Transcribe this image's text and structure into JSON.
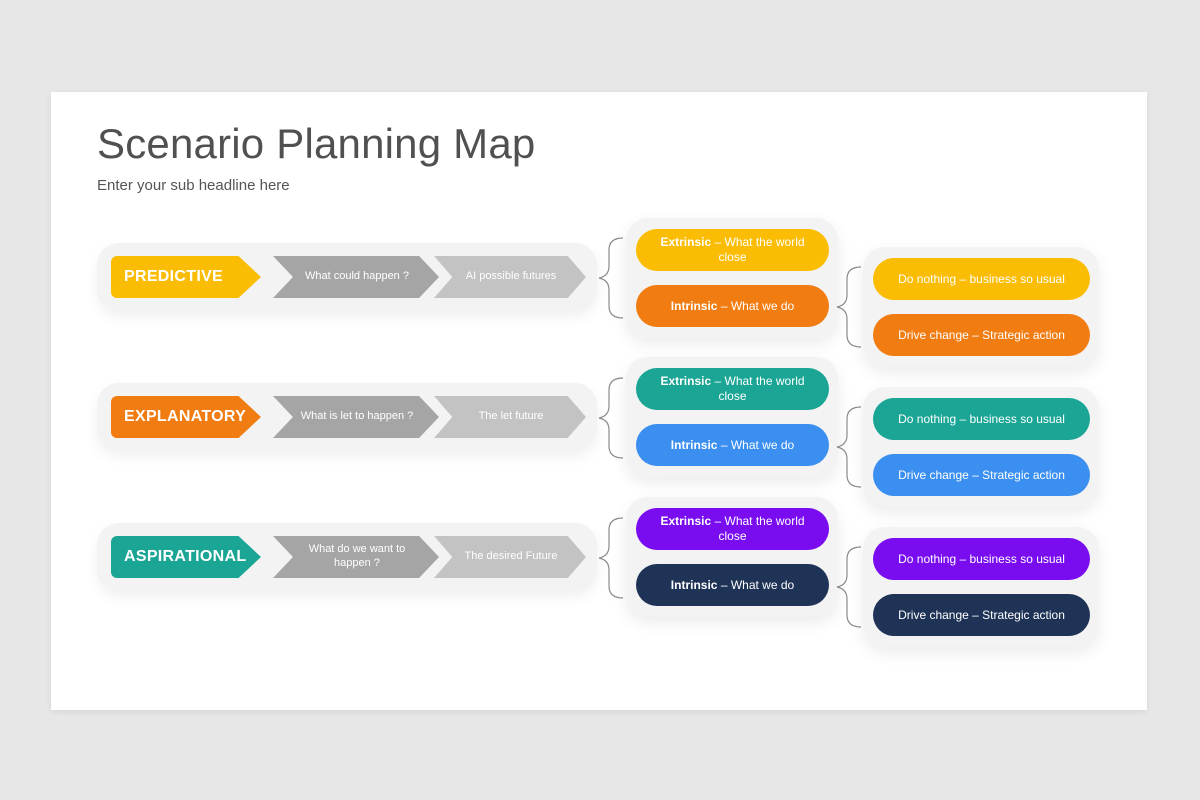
{
  "header": {
    "title": "Scenario Planning Map",
    "subtitle": "Enter your sub headline here"
  },
  "rows": [
    {
      "label": "PREDICTIVE",
      "color": "#fbbc04",
      "steps": [
        "What could happen ?",
        "AI possible futures"
      ],
      "middle": [
        {
          "bold": "Extrinsic",
          "text": " – What the world close",
          "color": "#fbbc04"
        },
        {
          "bold": "Intrinsic",
          "text": " – What we do",
          "color": "#f17c11"
        }
      ],
      "right": [
        {
          "text": "Do nothing – business so usual",
          "color": "#fbbc04"
        },
        {
          "text": "Drive change – Strategic action",
          "color": "#f17c11"
        }
      ]
    },
    {
      "label": "EXPLANATORY",
      "color": "#f17c11",
      "steps": [
        "What is let to happen ?",
        "The let future"
      ],
      "middle": [
        {
          "bold": "Extrinsic",
          "text": " – What the world close",
          "color": "#1aa595"
        },
        {
          "bold": "Intrinsic",
          "text": " – What we do",
          "color": "#3a8ff0"
        }
      ],
      "right": [
        {
          "text": "Do nothing – business so usual",
          "color": "#1aa595"
        },
        {
          "text": "Drive change – Strategic action",
          "color": "#3a8ff0"
        }
      ]
    },
    {
      "label": "ASPIRATIONAL",
      "color": "#1aa595",
      "steps": [
        "What do we want to happen ?",
        "The desired Future"
      ],
      "middle": [
        {
          "bold": "Extrinsic",
          "text": " – What the world close",
          "color": "#7a0cf0"
        },
        {
          "bold": "Intrinsic",
          "text": " – What we do",
          "color": "#1e3356"
        }
      ],
      "right": [
        {
          "text": "Do nothing – business so usual",
          "color": "#7a0cf0"
        },
        {
          "text": "Drive change – Strategic action",
          "color": "#1e3356"
        }
      ]
    }
  ],
  "colors": {
    "step1": "#a5a5a5",
    "step2": "#c3c3c3",
    "bracket": "#8a8a8a"
  }
}
